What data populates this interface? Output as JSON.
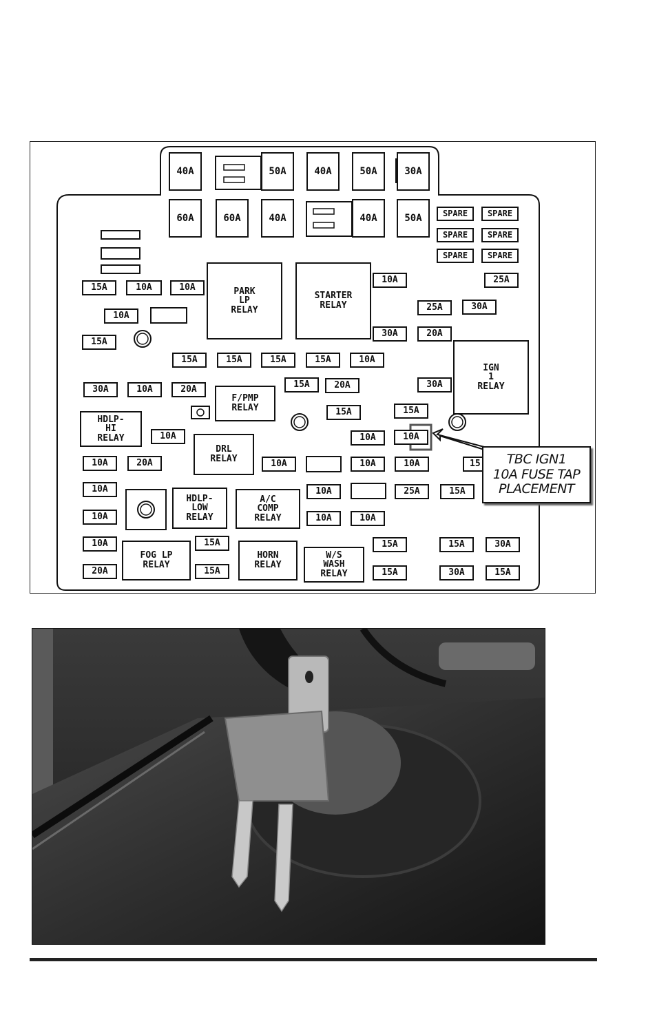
{
  "diagram": {
    "fuses_top_row1": [
      "40A",
      "50A",
      "40A",
      "50A",
      "30A"
    ],
    "fuses_top_row2": [
      "60A",
      "60A",
      "40A",
      "40A",
      "50A"
    ],
    "spares": [
      "SPARE",
      "SPARE",
      "SPARE",
      "SPARE",
      "SPARE",
      "SPARE"
    ],
    "relays": {
      "park_lp": "PARK\nLP\nRELAY",
      "starter": "STARTER\nRELAY",
      "ign1": "IGN\n1\nRELAY",
      "fpmp": "F/PMP\nRELAY",
      "hdlp_hi": "HDLP-\nHI\nRELAY",
      "drl": "DRL\nRELAY",
      "hdlp_low": "HDLP-\nLOW\nRELAY",
      "ac_comp": "A/C\nCOMP\nRELAY",
      "fog_lp": "FOG LP\nRELAY",
      "horn": "HORN\nRELAY",
      "ws_wash": "W/S\nWASH\nRELAY"
    },
    "fuses": {
      "f01": "15A",
      "f02": "10A",
      "f03": "10A",
      "f04": "10A",
      "f05": "15A",
      "f06": "10A",
      "f07": "25A",
      "f08": "25A",
      "f09": "30A",
      "f10": "30A",
      "f11": "20A",
      "f12": "15A",
      "f13": "15A",
      "f14": "15A",
      "f15": "15A",
      "f16": "10A",
      "f17": "30A",
      "f18": "10A",
      "f19": "20A",
      "f20": "15A",
      "f21": "20A",
      "f22": "30A",
      "f23": "15A",
      "f24": "15A",
      "f25": "10A",
      "f26": "10A",
      "f27": "10A",
      "f28": "10A",
      "f29": "20A",
      "f30": "10A",
      "f31": "10A",
      "f32": "10A",
      "f33": "15",
      "f34": "10A",
      "f35": "10A",
      "f36": "25A",
      "f37": "15A",
      "f38": "10A",
      "f39": "10A",
      "f40": "10A",
      "f41": "10A",
      "f42": "15A",
      "f43": "15A",
      "f44": "15A",
      "f45": "30A",
      "f46": "20A",
      "f47": "15A",
      "f48": "15A",
      "f49": "30A",
      "f50": "15A"
    },
    "callout": {
      "line1": "TBC IGN1",
      "line2": "10A FUSE TAP",
      "line3": "PLACEMENT"
    }
  },
  "colors": {
    "ink": "#111111",
    "paper": "#ffffff",
    "photo_dark": "#2a2a2a",
    "fuse_tap": "#8a8a8a"
  }
}
